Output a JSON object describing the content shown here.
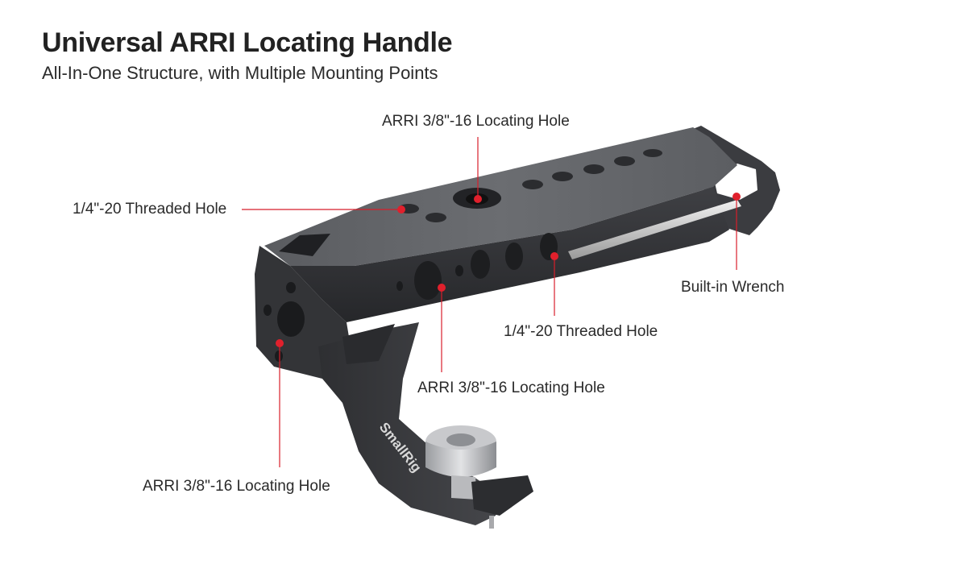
{
  "header": {
    "title": "Universal ARRI Locating Handle",
    "subtitle": "All-In-One Structure, with Multiple Mounting Points"
  },
  "product": {
    "brand_engraving": "SmallRig",
    "body_color": "#3a3b3e",
    "accent_color": "#d81e2a"
  },
  "callouts": {
    "top_locating_hole": "ARRI 3/8\"-16 Locating Hole",
    "left_threaded_hole": "1/4\"-20 Threaded Hole",
    "wrench": "Built-in Wrench",
    "side_threaded_hole": "1/4\"-20 Threaded Hole",
    "side_locating_hole": "ARRI 3/8\"-16 Locating Hole",
    "front_locating_hole": "ARRI 3/8\"-16 Locating Hole"
  }
}
